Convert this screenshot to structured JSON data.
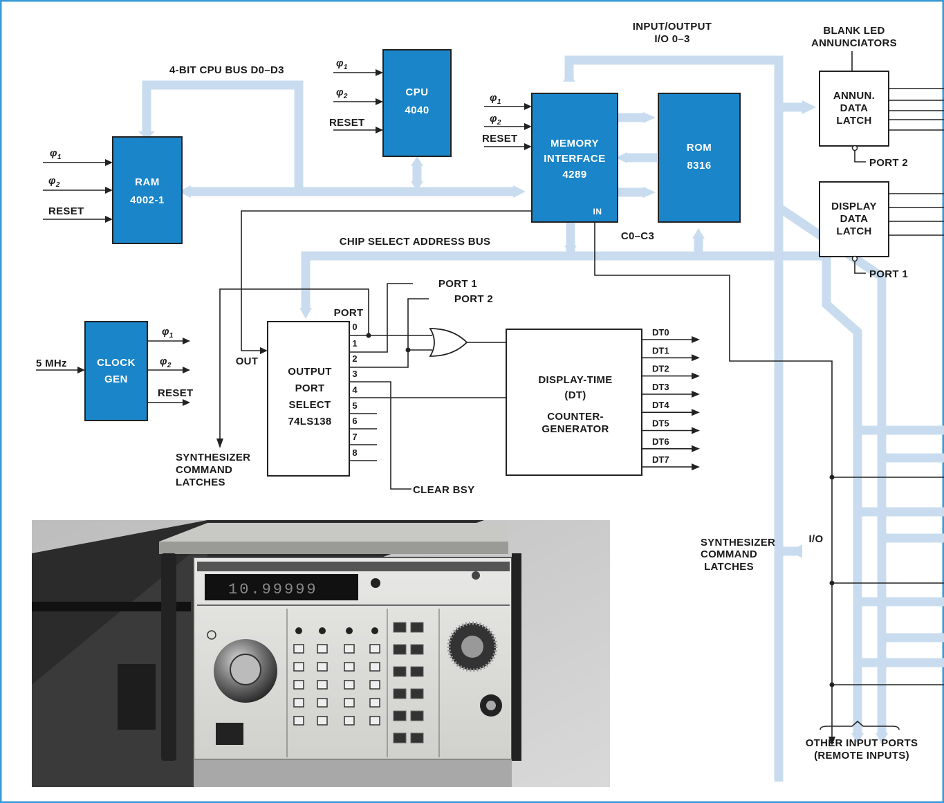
{
  "labels": {
    "cpu_bus": "4-BIT CPU BUS D0–D3",
    "io_title_1": "INPUT/OUTPUT",
    "io_title_2": "I/O 0–3",
    "blank_1": "BLANK LED",
    "blank_2": "ANNUNCIATORS",
    "chip_select": "CHIP SELECT ADDRESS BUS",
    "c0c3": "C0–C3",
    "in": "IN",
    "out": "OUT",
    "port_hdr": "PORT",
    "port1_top": "PORT 1",
    "port2_top": "PORT 2",
    "port2_latch": "PORT 2",
    "port1_latch": "PORT 1",
    "clear_bsy": "CLEAR BSY",
    "five_mhz": "5 MHz",
    "synth_left_1": "SYNTHESIZER",
    "synth_left_2": "COMMAND",
    "synth_left_3": "LATCHES",
    "synth_right_1": "SYNTHESIZER",
    "synth_right_2": "COMMAND",
    "synth_right_3": "LATCHES",
    "io": "I/O",
    "other_1": "OTHER INPUT PORTS",
    "other_2": "(REMOTE INPUTS)",
    "phi": "φ",
    "sub1": "1",
    "sub2": "2",
    "reset": "RESET"
  },
  "blocks": {
    "cpu": [
      "CPU",
      "4040"
    ],
    "ram": [
      "RAM",
      "4002-1"
    ],
    "mem": [
      "MEMORY",
      "INTERFACE",
      "4289"
    ],
    "rom": [
      "ROM",
      "8316"
    ],
    "clock": [
      "CLOCK",
      "GEN"
    ],
    "annun": [
      "ANNUN.",
      "DATA",
      "LATCH"
    ],
    "display": [
      "DISPLAY",
      "DATA",
      "LATCH"
    ],
    "ops": [
      "OUTPUT",
      "PORT",
      "SELECT",
      "74LS138"
    ],
    "dt": [
      "DISPLAY-TIME",
      "(DT)",
      "COUNTER-",
      "GENERATOR"
    ]
  },
  "port_pins": [
    "0",
    "1",
    "2",
    "3",
    "4",
    "5",
    "6",
    "7",
    "8"
  ],
  "dt_outputs": [
    "DT0",
    "DT1",
    "DT2",
    "DT3",
    "DT4",
    "DT5",
    "DT6",
    "DT7"
  ],
  "colors": {
    "block_blue": "#1a85c8",
    "bus_blue": "#c9dcef",
    "frame_blue": "#3a9ad9"
  },
  "photo": {
    "display_readout": "10.99999"
  }
}
